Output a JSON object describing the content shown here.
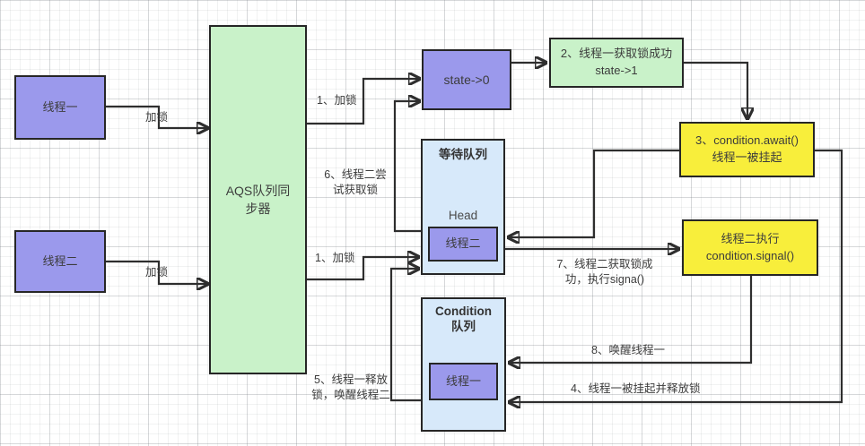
{
  "colors": {
    "node_purple": "#9b99ec",
    "node_green": "#c9f2c9",
    "node_yellow": "#f8ee3b",
    "node_blue": "#d7e9fa",
    "border": "#262626",
    "arrow": "#2e2e2e",
    "text": "#3c3c3c"
  },
  "nodes": {
    "thread1": {
      "label": "线程一"
    },
    "thread2": {
      "label": "线程二"
    },
    "aqs": {
      "label": "AQS队列同步器"
    },
    "state0": {
      "label": "state->0"
    },
    "step2": {
      "label": "2、线程一获取锁成功\nstate->1"
    },
    "step3": {
      "label": "3、condition.await()\n线程一被挂起"
    },
    "wait_queue": {
      "title": "等待队列",
      "head": "Head",
      "item": "线程二"
    },
    "signal": {
      "label": "线程二执行\ncondition.signal()"
    },
    "condition_queue": {
      "title": "Condition\n队列",
      "item": "线程一"
    }
  },
  "edge_labels": {
    "lock_thread1": "加锁",
    "lock_thread2": "加锁",
    "step1_top": "1、加锁",
    "step1_bottom": "1、加锁",
    "step6": "6、线程二尝\n试获取锁",
    "step7": "7、线程二获取锁成\n功，执行signa()",
    "step8": "8、唤醒线程一",
    "step4": "4、线程一被挂起并释放锁",
    "step5": "5、线程一释放\n锁，唤醒线程二"
  }
}
